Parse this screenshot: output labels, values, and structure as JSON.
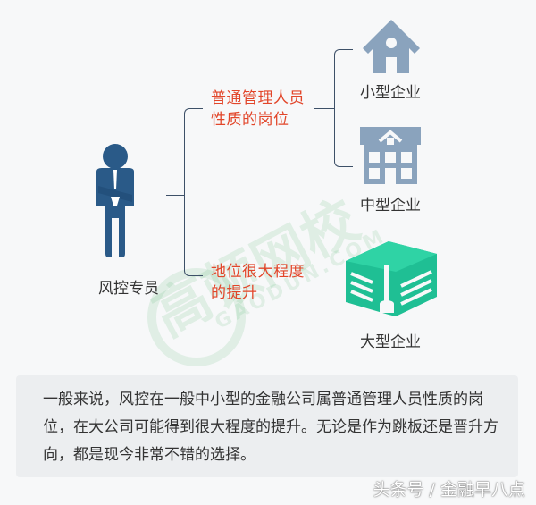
{
  "diagram": {
    "root": {
      "label": "风控专员",
      "icon": "businessman-icon"
    },
    "branches": [
      {
        "label_lines": [
          "普通管理人员",
          "性质的岗位"
        ],
        "children": [
          {
            "label": "小型企业",
            "icon": "small-house-icon"
          },
          {
            "label": "中型企业",
            "icon": "medium-building-icon"
          }
        ]
      },
      {
        "label_lines": [
          "地位很大程度",
          "的提升"
        ],
        "children": [
          {
            "label": "大型企业",
            "icon": "large-office-building-icon"
          }
        ]
      }
    ]
  },
  "watermark": {
    "text": "高顿网校",
    "url_text": "GAODUN.COM"
  },
  "note": {
    "text": "一般来说，风控在一般中小型的金融公司属普通管理人员性质的岗位，在大公司可能得到很大程度的提升。无论是作为跳板还是晋升方向，都是现今非常不错的选择。"
  },
  "footer": {
    "text": "头条号 / 金融早八点"
  },
  "colors": {
    "accent_red": "#e2462a",
    "navy": "#2c5282",
    "slate": "#8aa3bd",
    "teal": "#1fbf94"
  }
}
